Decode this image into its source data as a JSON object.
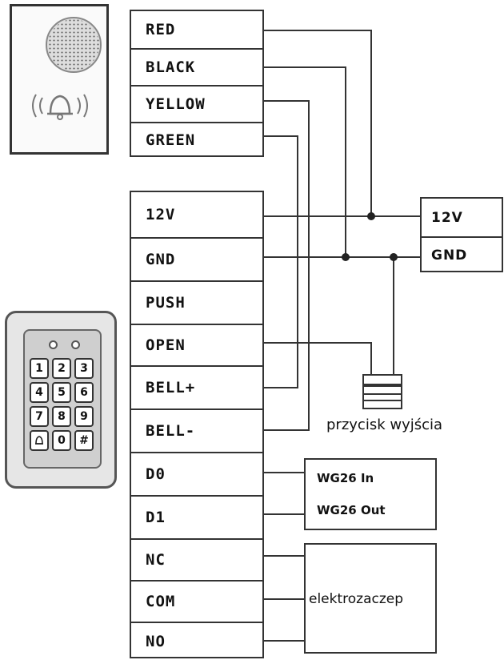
{
  "colors": {
    "line": "#333333",
    "bg": "#ffffff"
  },
  "doorbell": {
    "icon": "bell-waves-icon"
  },
  "keypad": {
    "icon": "keypad-icon",
    "keys": [
      "1",
      "2",
      "3",
      "4",
      "5",
      "6",
      "7",
      "8",
      "9",
      "bell",
      "0",
      "#"
    ]
  },
  "bell_terminals": [
    "RED",
    "BLACK",
    "YELLOW",
    "GREEN"
  ],
  "main_terminals": [
    "12V",
    "GND",
    "PUSH",
    "OPEN",
    "BELL+",
    "BELL-",
    "D0",
    "D1",
    "NC",
    "COM",
    "NO"
  ],
  "power_supply": {
    "plus": "12V",
    "minus": "GND"
  },
  "exit_button": {
    "label": "przycisk wyjścia",
    "icon": "push-button-icon"
  },
  "wiegand": {
    "in": "WG26 In",
    "out": "WG26 Out"
  },
  "lock": {
    "label": "elektrozaczep"
  }
}
